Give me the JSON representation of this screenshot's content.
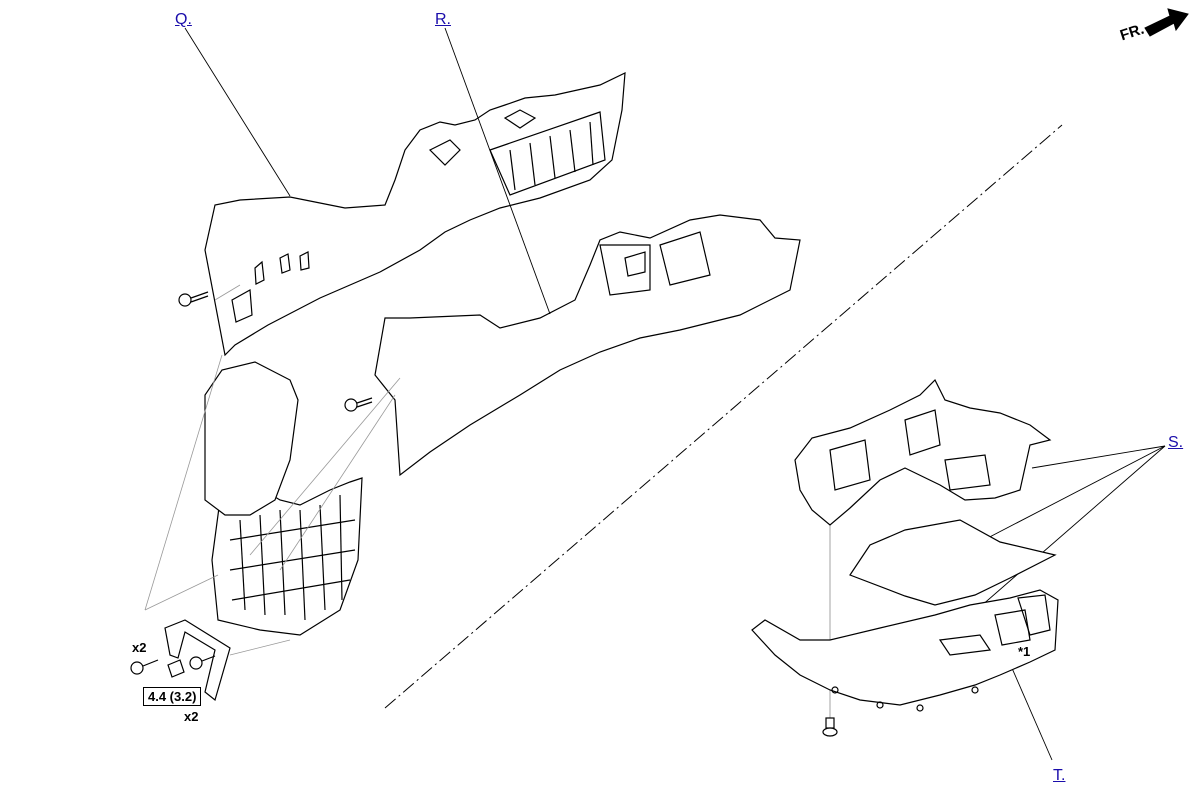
{
  "callouts": {
    "q": "Q.",
    "r": "R.",
    "s": "S.",
    "t": "T."
  },
  "labels": {
    "fr": "FR.",
    "qty_upper": "x2",
    "qty_lower": "x2",
    "torque": "4.4 (3.2)",
    "note_1": "*1"
  },
  "colors": {
    "link": "#1a0dab",
    "stroke": "#000000",
    "part_fill": "#ffffff"
  },
  "icons": {
    "front_direction": "arrow-icon"
  }
}
